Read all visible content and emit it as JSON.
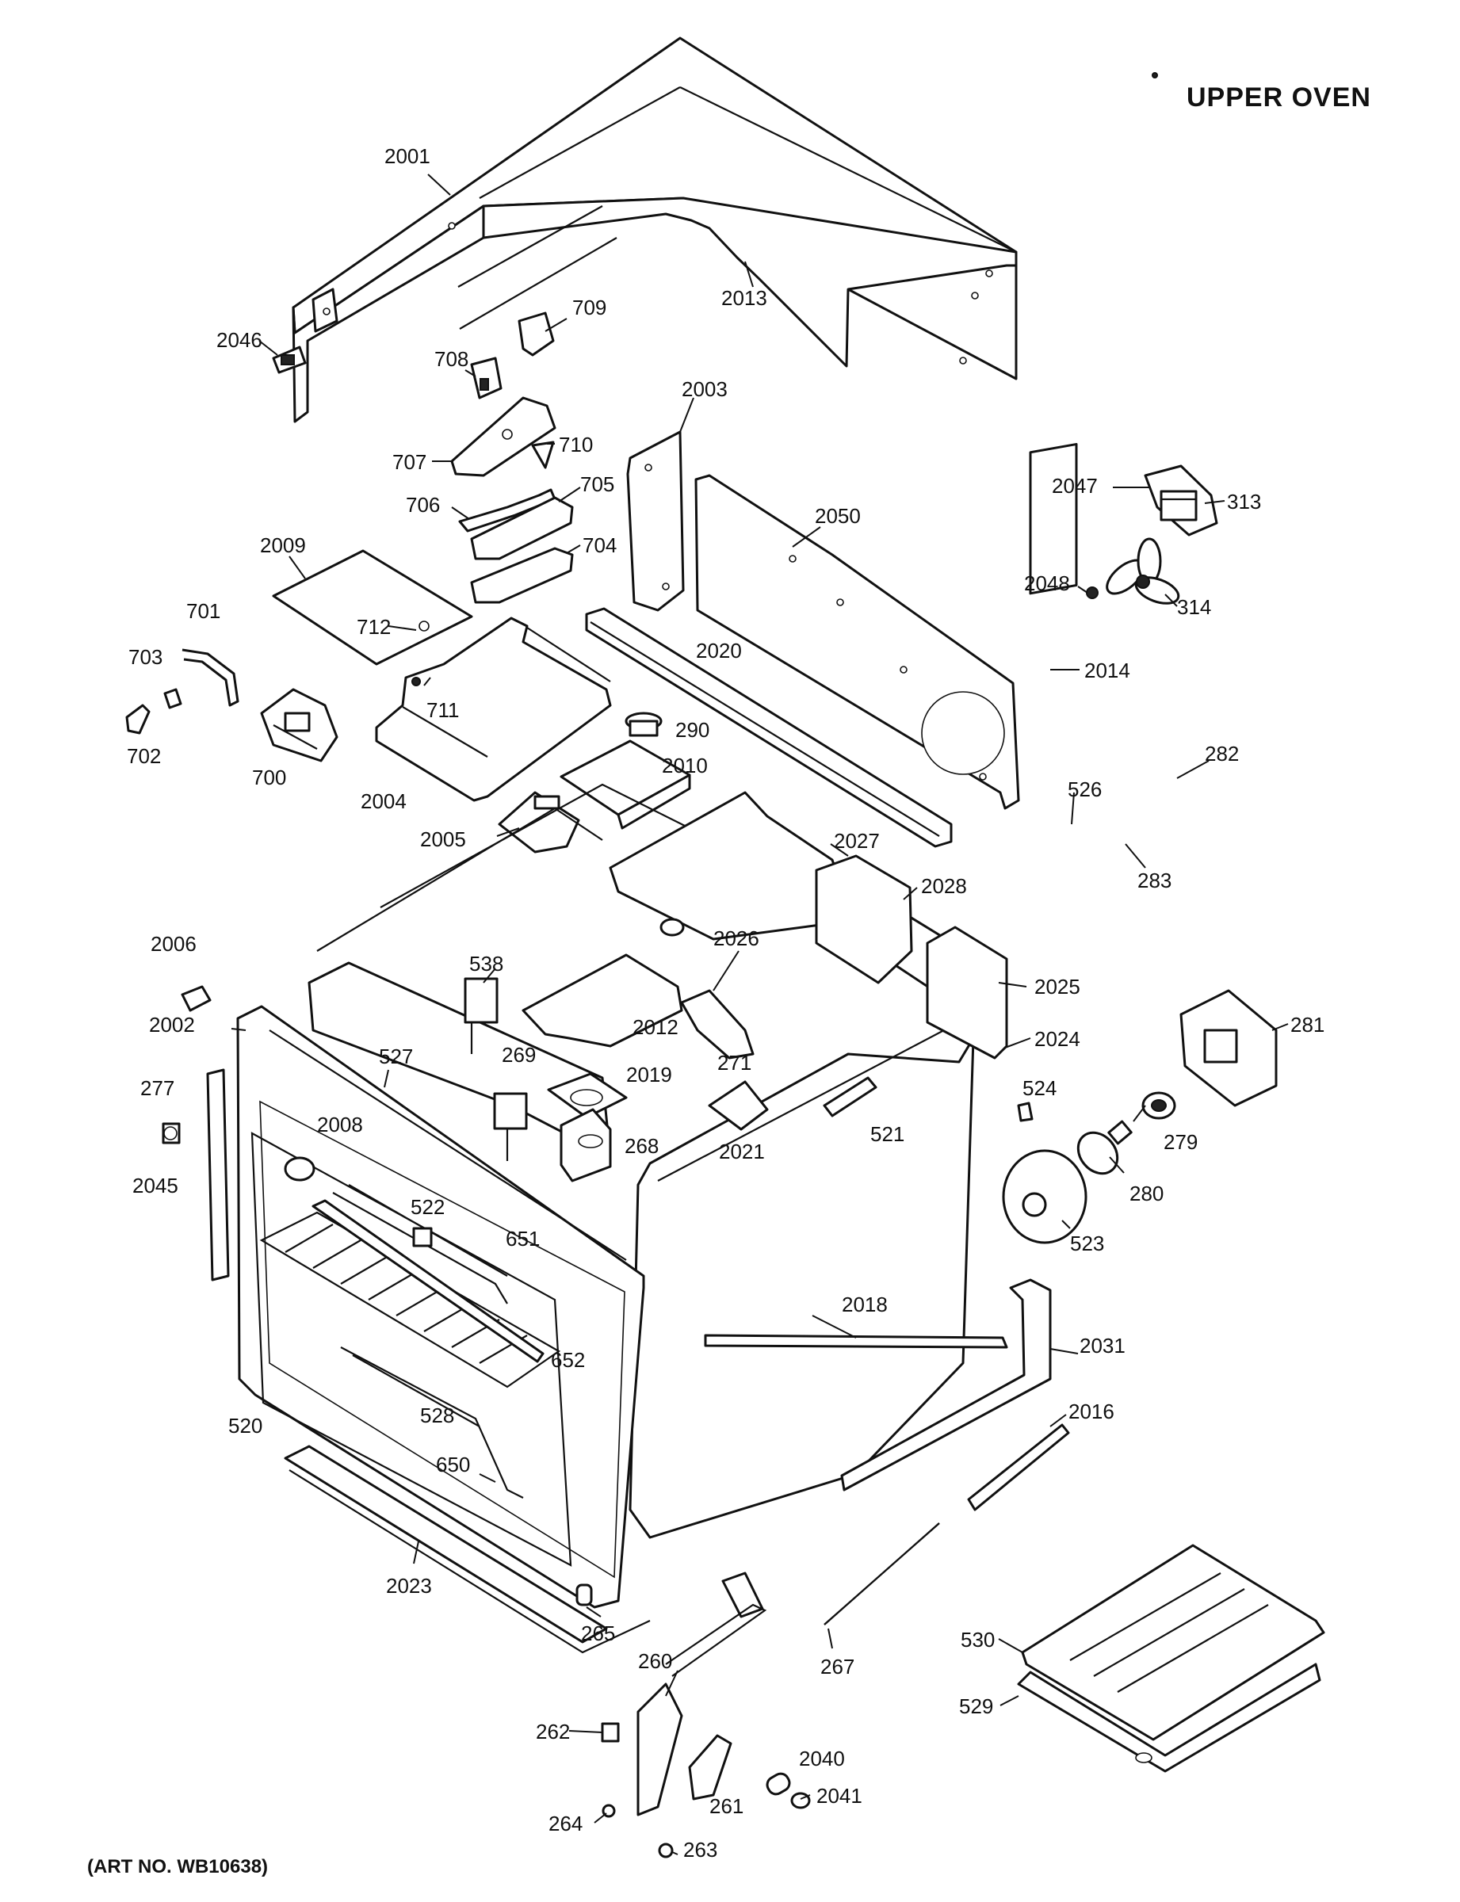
{
  "title": "UPPER OVEN",
  "art_number": "(ART NO. WB10638)",
  "labels": {
    "p2001": "2001",
    "p2013": "2013",
    "p2046": "2046",
    "p709": "709",
    "p708": "708",
    "p707": "707",
    "p710": "710",
    "p706": "706",
    "p705": "705",
    "p704": "704",
    "p2003": "2003",
    "p2050": "2050",
    "p2047": "2047",
    "p313": "313",
    "p2048": "2048",
    "p314": "314",
    "p2009": "2009",
    "p701": "701",
    "p703": "703",
    "p702": "702",
    "p712": "712",
    "p711": "711",
    "p700": "700",
    "p2004": "2004",
    "p2020": "2020",
    "p290": "290",
    "p2010": "2010",
    "p2014": "2014",
    "p282": "282",
    "p526": "526",
    "p283": "283",
    "p2005": "2005",
    "p2027": "2027",
    "p2028": "2028",
    "p2026": "2026",
    "p2025": "2025",
    "p2006": "2006",
    "p538": "538",
    "p2012": "2012",
    "p281": "281",
    "p2002": "2002",
    "p527": "527",
    "p269": "269",
    "p2019": "2019",
    "p271": "271",
    "p2024": "2024",
    "p277": "277",
    "p2008": "2008",
    "p268": "268",
    "p521": "521",
    "p524": "524",
    "p279": "279",
    "p2045": "2045",
    "p2021": "2021",
    "p280": "280",
    "p522": "522",
    "p651": "651",
    "p523": "523",
    "p2018": "2018",
    "p652": "652",
    "p2031": "2031",
    "p520": "520",
    "p528": "528",
    "p2016": "2016",
    "p650": "650",
    "p2023": "2023",
    "p265": "265",
    "p267": "267",
    "p530": "530",
    "p260": "260",
    "p262": "262",
    "p529": "529",
    "p2040": "2040",
    "p264": "264",
    "p2041": "2041",
    "p261": "261",
    "p263": "263"
  }
}
